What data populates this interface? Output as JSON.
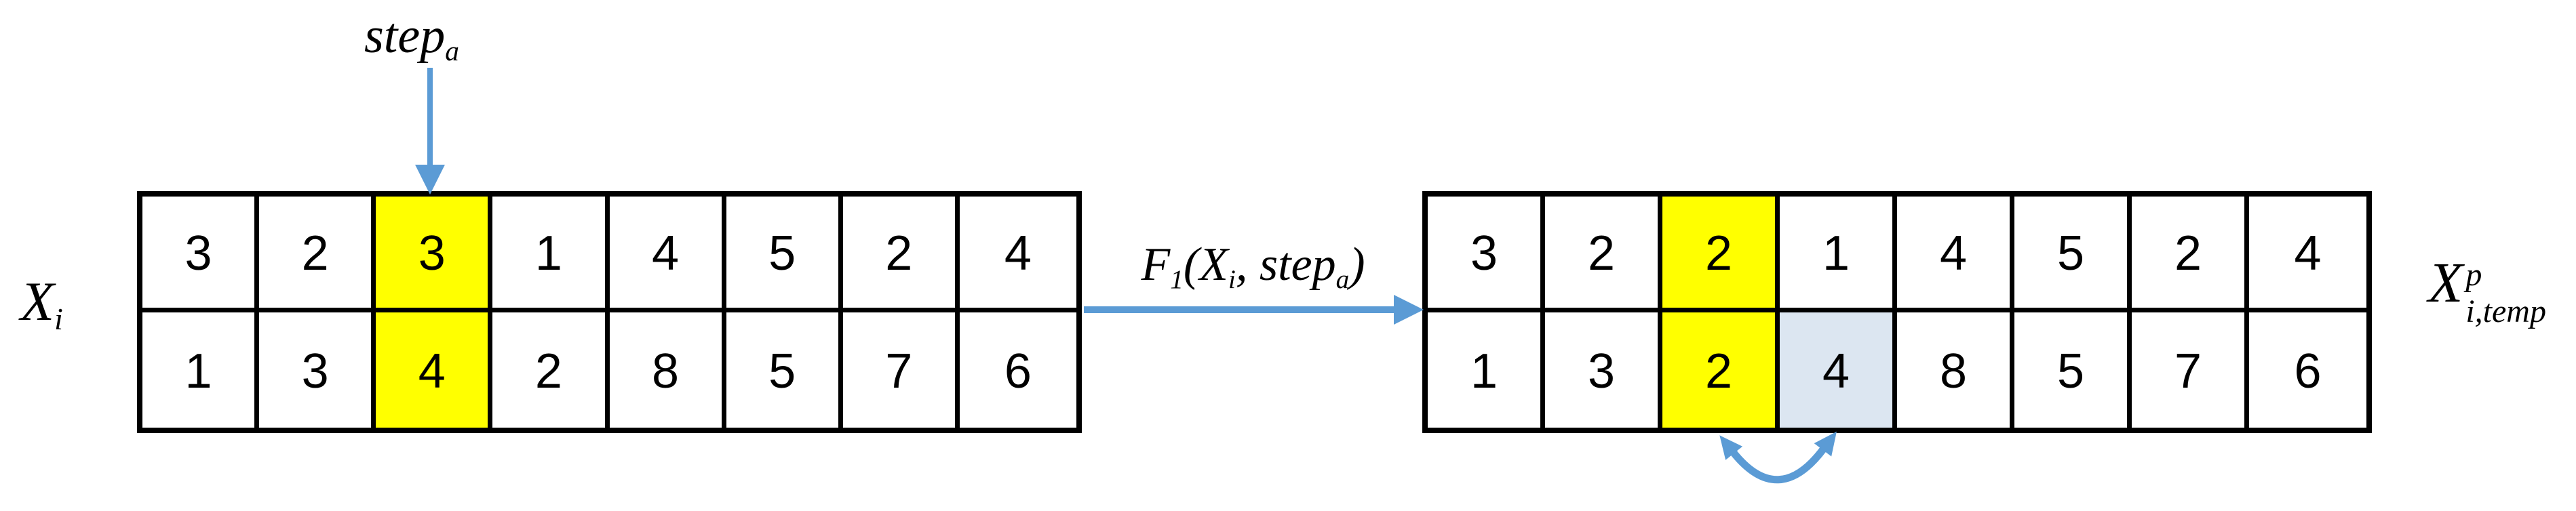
{
  "colors": {
    "background": "#FFFFFF",
    "grid_line": "#000000",
    "digit": "#000000",
    "highlight_yellow": "#FFFF00",
    "highlight_blue": "#DCE6F1",
    "arrow_blue": "#5B9BD5"
  },
  "step_label": {
    "base": "step",
    "sub": "a"
  },
  "left_matrix": {
    "label": {
      "base": "X",
      "sub": "i"
    },
    "rows": [
      [
        "3",
        "2",
        "3",
        "1",
        "4",
        "5",
        "2",
        "4"
      ],
      [
        "1",
        "3",
        "4",
        "2",
        "8",
        "5",
        "7",
        "6"
      ]
    ],
    "highlights": [
      {
        "row": 0,
        "col": 2,
        "type": "yellow"
      },
      {
        "row": 1,
        "col": 2,
        "type": "yellow"
      }
    ]
  },
  "transform_label": {
    "parts": [
      {
        "t": "F"
      },
      {
        "t": "1",
        "sub": true
      },
      {
        "t": "("
      },
      {
        "t": "X"
      },
      {
        "t": "i",
        "sub": true
      },
      {
        "t": ", "
      },
      {
        "t": "step"
      },
      {
        "t": "a",
        "sub": true
      },
      {
        "t": ")"
      }
    ]
  },
  "right_matrix": {
    "label": {
      "base": "X",
      "sup": "p",
      "sub": "i,temp"
    },
    "rows": [
      [
        "3",
        "2",
        "2",
        "1",
        "4",
        "5",
        "2",
        "4"
      ],
      [
        "1",
        "3",
        "2",
        "4",
        "8",
        "5",
        "7",
        "6"
      ]
    ],
    "highlights": [
      {
        "row": 0,
        "col": 2,
        "type": "yellow"
      },
      {
        "row": 1,
        "col": 2,
        "type": "yellow"
      },
      {
        "row": 1,
        "col": 3,
        "type": "blue"
      }
    ]
  }
}
